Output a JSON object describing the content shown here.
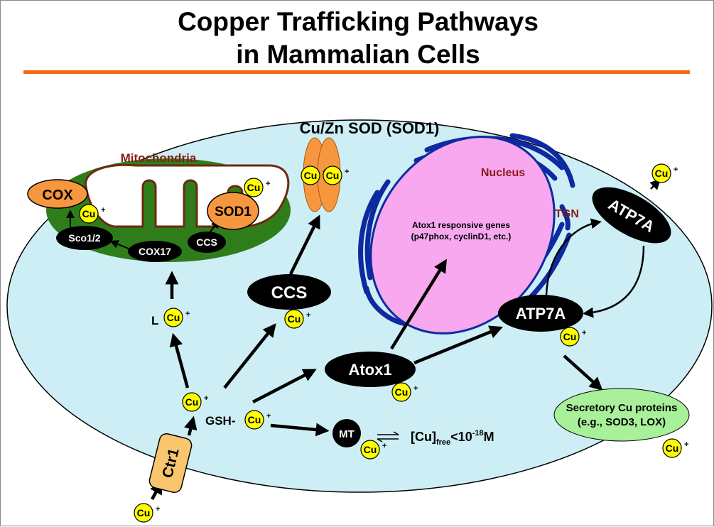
{
  "title": {
    "line1": "Copper Trafficking Pathways",
    "line2": "in Mammalian Cells"
  },
  "colors": {
    "accent_line": "#f26a10",
    "cytoplasm": "#cdeef4",
    "mitochondria": "#2f7d1a",
    "nucleus": "#f7a8ee",
    "tgn": "#0d2aa0",
    "protein_black": "#000000",
    "protein_orange": "#f6973f",
    "copper": "#ffff00",
    "secretory": "#a8f09a",
    "ctr1": "#f9c66f",
    "label_red": "#8b1a1a"
  },
  "labels": {
    "mitochondria": "Mitochondria",
    "nucleus": "Nucleus",
    "tgn": "TGN",
    "sod1_title": "Cu/Zn SOD (SOD1)",
    "atox1_genes_1": "Atox1 responsive genes",
    "atox1_genes_2": "(p47phox, cyclinD1, etc.)",
    "secretory_1": "Secretory Cu proteins",
    "secretory_2": "(e.g., SOD3, LOX)",
    "ligand": "L",
    "gsh": "GSH-",
    "free_cu": "[Cu]",
    "free_sub": "free",
    "free_lt": "<10",
    "free_exp": "-18",
    "free_unit": "M"
  },
  "proteins": {
    "cox": "COX",
    "sod1": "SOD1",
    "sco": "Sco1/2",
    "cox17": "COX17",
    "ccs_mito": "CCS",
    "ccs": "CCS",
    "atox1": "Atox1",
    "atp7a_tgn": "ATP7A",
    "atp7a_membrane": "ATP7A",
    "mt": "MT",
    "ctr1": "Ctr1"
  },
  "copper_ion": {
    "symbol": "Cu",
    "charge": "+"
  }
}
